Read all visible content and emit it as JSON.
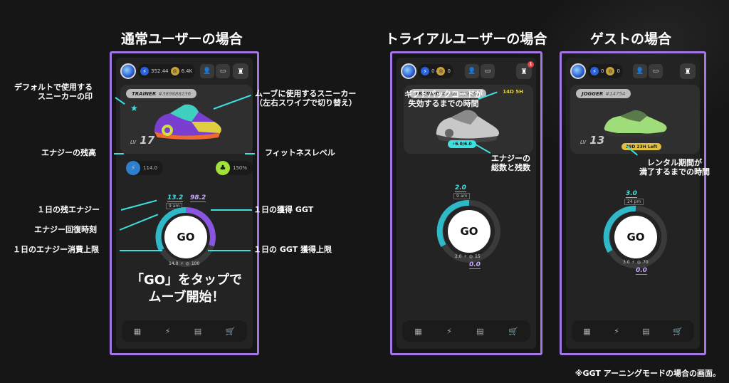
{
  "titles": {
    "normal": "通常ユーザーの場合",
    "trial": "トライアルユーザーの場合",
    "guest": "ゲストの場合"
  },
  "normal": {
    "gst_balance": "352.44",
    "ggt_balance": "6.4K",
    "class_name": "TRAINER",
    "shoe_id": "#389888236",
    "level_label": "LV",
    "level": "17",
    "energy": "114.0",
    "fitness": "150%",
    "energy_remaining_day": "13.2",
    "recovery_time": "9 am",
    "ggt_earned_day": "98.2",
    "energy_cap_day": "14.0",
    "ggt_cap_day": "100",
    "go_label": "GO"
  },
  "trial": {
    "gst_balance": "0",
    "ggt_balance": "0",
    "badge_count": "1",
    "class_name": "TRAINER",
    "shoe_id": "#7h2d Sweater",
    "expiry": "14D 5H",
    "energy_total": "6.0/6.0",
    "energy_remaining_day": "2.0",
    "recovery_time": "9 am",
    "energy_cap_day": "2.0",
    "ggt_cap_day": "15",
    "ggt_earned_day": "0.0",
    "go_label": "GO"
  },
  "guest": {
    "gst_balance": "0",
    "ggt_balance": "0",
    "class_name": "JOGGER",
    "shoe_id": "#14754",
    "level_label": "LV",
    "level": "13",
    "rental": "29D 23H Left",
    "energy_remaining_day": "3.0",
    "recovery_time": "24 pm",
    "energy_cap_day": "3.0",
    "ggt_cap_day": "70",
    "ggt_earned_day": "0.0",
    "go_label": "GO"
  },
  "annotations": {
    "default_mark": "デフォルトで使用する\nスニーカーの印",
    "move_sneaker": "ムーブに使用するスニーカー\n（左右スワイプで切り替え）",
    "energy_balance": "エナジーの残高",
    "fitness_level": "フィットネスレベル",
    "day_remaining_energy": "１日の残エナジー",
    "energy_recovery_time": "エナジー回復時刻",
    "day_energy_cap": "１日のエナジー消費上限",
    "day_ggt_earned": "１日の獲得 GGT",
    "day_ggt_cap": "１日の GGT 獲得上限",
    "cta": "「GO」をタップで\nムーブ開始！",
    "gift_pack_expiry": "ギフトパックコードが\n失効するまでの時間",
    "energy_total_remaining": "エナジーの\n総数と残数",
    "rental_expiry": "レンタル期間が\n満了するまでの時間"
  },
  "footnote": "※GGT アーニングモードの場合の画面。",
  "icons": {
    "nav": [
      "grid-icon",
      "bolt-icon",
      "notes-icon",
      "cart-icon"
    ]
  },
  "colors": {
    "frame": "#a377e6",
    "cyan": "#3fe0e0",
    "purple": "#b489ff",
    "fitness": "#a3e23a"
  }
}
